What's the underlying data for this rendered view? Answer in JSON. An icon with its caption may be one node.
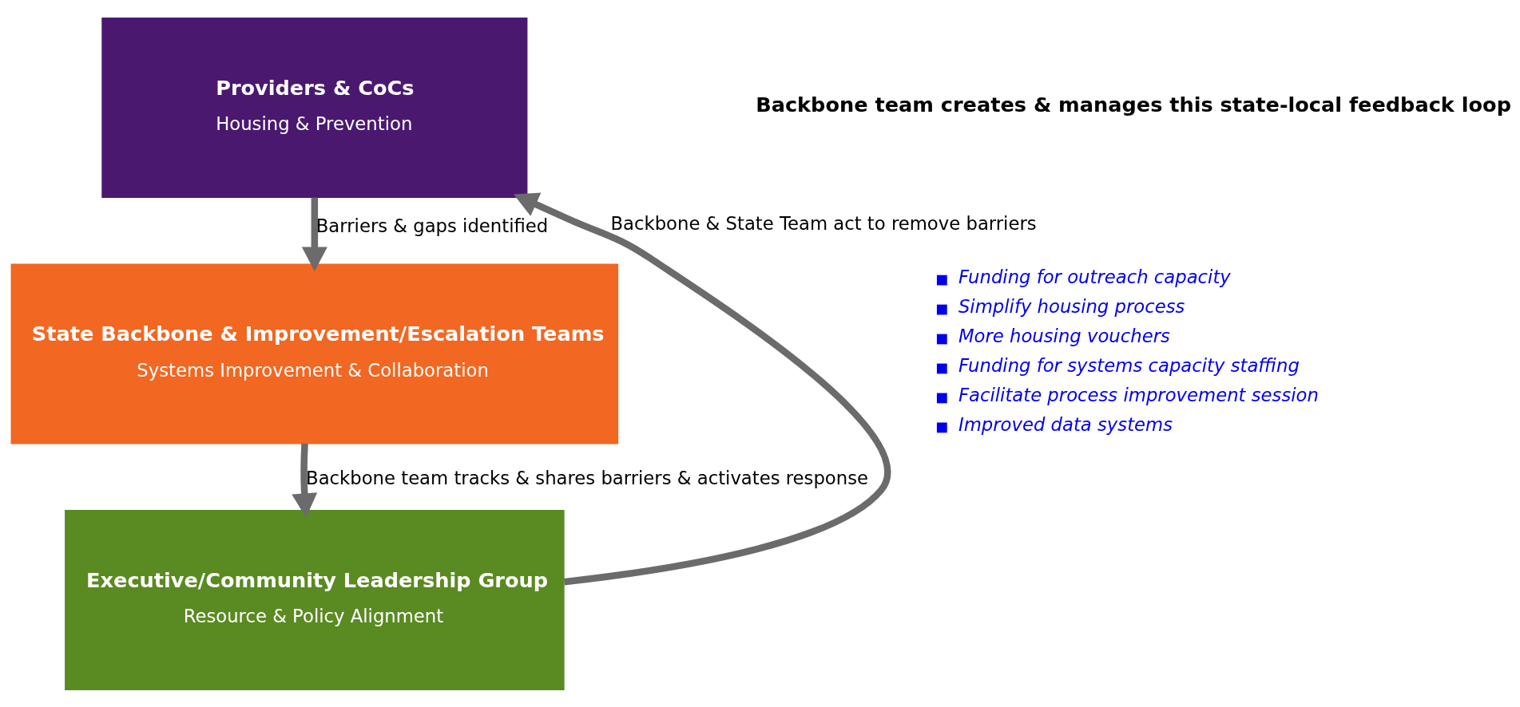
{
  "diagram": {
    "nodes": [
      {
        "text": [
          "Providers & CoCs",
          "Housing & Prevention"
        ]
      },
      {
        "text": [
          "State Backbone & Improvement/Escalation Teams",
          "Systems Improvement & Collaboration"
        ]
      },
      {
        "text": [
          "Executive/Community Leadership Group",
          "Resource & Policy Alignment"
        ]
      }
    ],
    "edges": [
      {
        "from": 0,
        "to": 1,
        "arrow": "to",
        "label": "Barriers & gaps identified"
      },
      {
        "from": 1,
        "to": 2,
        "arrow": "to",
        "label": "Backbone team tracks & shares barriers & activates response"
      },
      {
        "from": 2,
        "to": 0,
        "arrow": "to",
        "label": "Backbone & State Team act to remove barriers"
      }
    ],
    "labels": [
      "Backbone team creates & manages this state-local feedback loop",
      "Funding for outreach capacity",
      "Simplify housing process",
      "More housing vouchers",
      "Funding for systems capacity staffing",
      "Facilitate process improvement session",
      "Improved data systems"
    ]
  }
}
